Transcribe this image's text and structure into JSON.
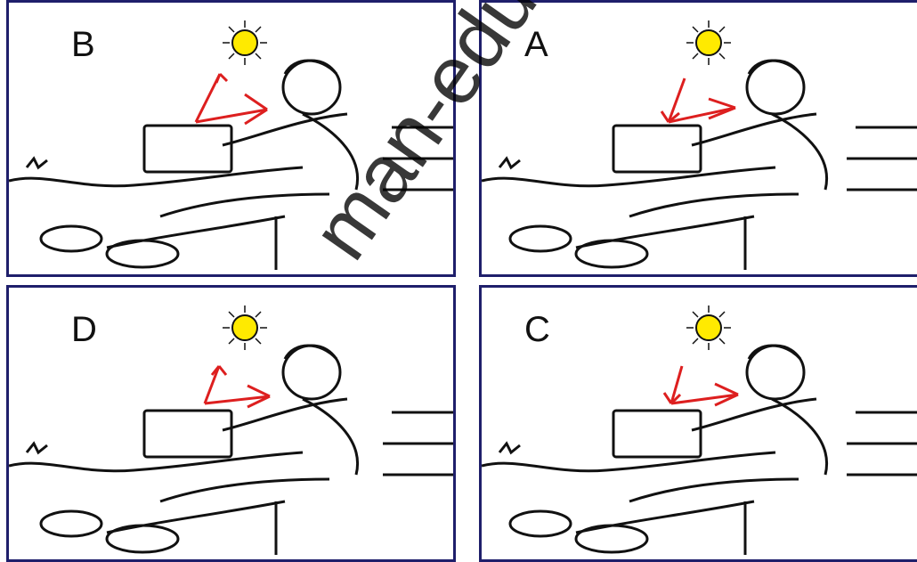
{
  "panels": [
    {
      "id": "B",
      "label": "B",
      "arrow_color": "#dd1f1f"
    },
    {
      "id": "A",
      "label": "A",
      "arrow_color": "#dd1f1f"
    },
    {
      "id": "D",
      "label": "D",
      "arrow_color": "#dd1f1f"
    },
    {
      "id": "C",
      "label": "C",
      "arrow_color": "#dd1f1f"
    }
  ],
  "watermark": "man-edu.com",
  "colors": {
    "frame": "#1f1f6b",
    "sun": "#ffea00",
    "ink": "#111111",
    "arrow": "#dd1f1f"
  }
}
